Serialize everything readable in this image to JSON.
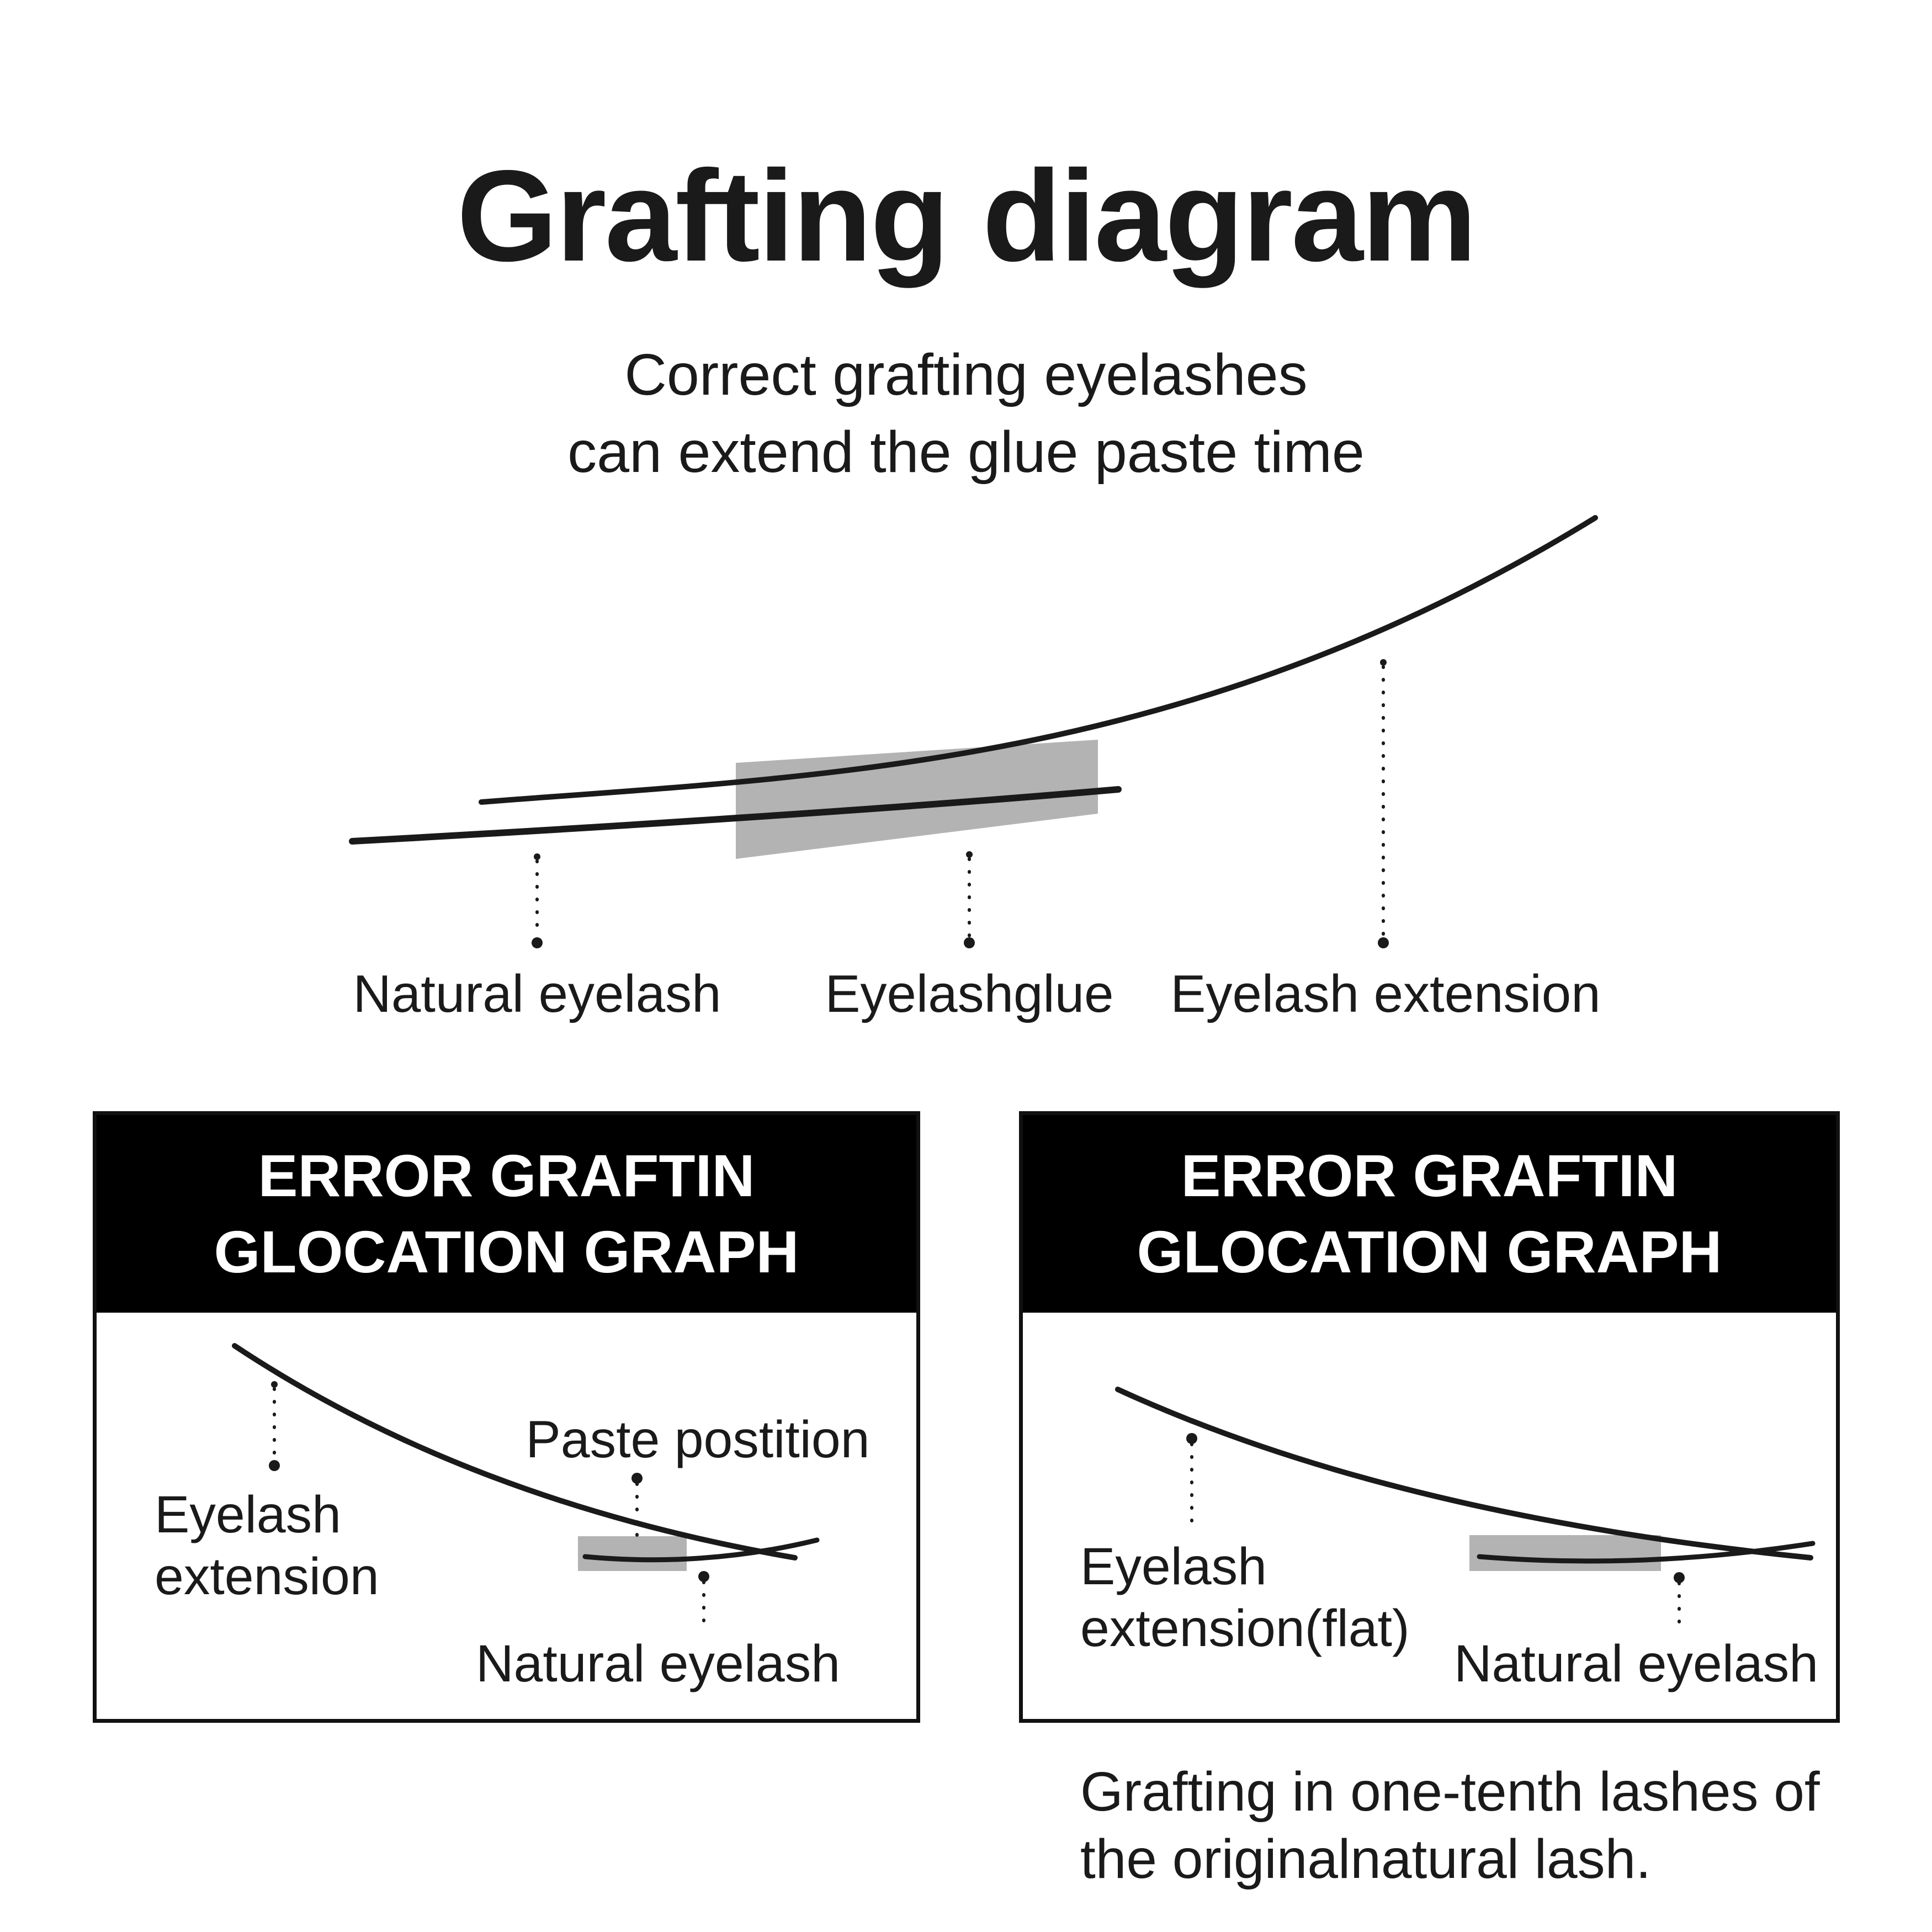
{
  "title": "Grafting diagram",
  "subtitle": {
    "line1": "Correct grafting eyelashes",
    "line2": "can extend the glue paste time"
  },
  "main_diagram": {
    "labels": {
      "natural_eyelash": "Natural eyelash",
      "eyelash_glue": "Eyelashglue",
      "eyelash_extension": "Eyelash extension"
    }
  },
  "left_panel": {
    "header_line1": "ERROR GRAFTIN",
    "header_line2": "GLOCATION GRAPH",
    "labels": {
      "paste_position": "Paste postition",
      "eyelash_extension_line1": "Eyelash",
      "eyelash_extension_line2": "extension",
      "natural_eyelash": "Natural eyelash"
    }
  },
  "right_panel": {
    "header_line1": "ERROR GRAFTIN",
    "header_line2": "GLOCATION GRAPH",
    "labels": {
      "eyelash_extension_line1": "Eyelash",
      "eyelash_extension_line2": "extension(flat)",
      "natural_eyelash": "Natural eyelash"
    },
    "caption_line1": "Grafting in one-tenth lashes of",
    "caption_line2": "the originalnatural lash."
  },
  "colors": {
    "ink": "#1a1a1a",
    "glue_gray": "#b3b3b3",
    "header_bg": "#000000",
    "header_text": "#ffffff"
  }
}
